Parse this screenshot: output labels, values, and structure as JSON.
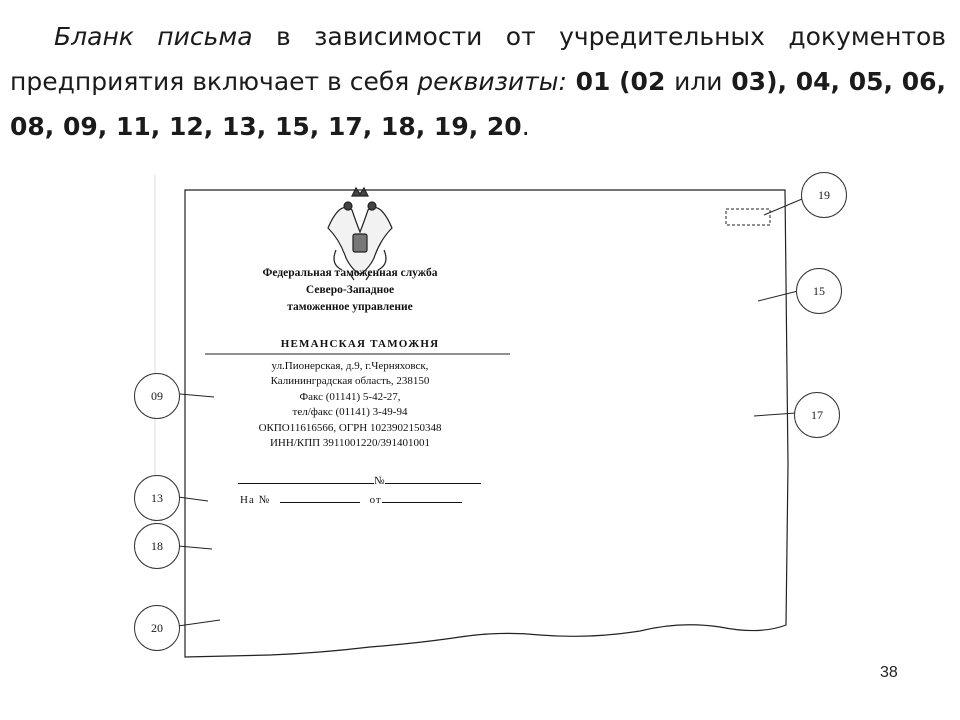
{
  "intro": {
    "lead_italic": "Бланк письма",
    "lead_text": " в зависимости от учредительных документов предприятия включает в себя ",
    "term_italic": "реквизиты:",
    "codes_part1": " 01 (02 ",
    "or_word": "или",
    "codes_part2": " 03), 04, 05, 06, 08, 09, 11, 12, 13, 15, 17, 18, 19, 20",
    "end_dot": "."
  },
  "letterhead": {
    "org_line1": "Федеральная таможенная служба",
    "org_line2": "Северо-Западное",
    "org_line3": "таможенное управление",
    "customs": "НЕМАНСКАЯ ТАМОЖНЯ",
    "addr_line1": "ул.Пионерская, д.9, г.Черняховск,",
    "addr_line2": "Калининградская область, 238150",
    "addr_line3": "Факс (01141) 5-42-27,",
    "addr_line4": "тел/факс (01141) 3-49-94",
    "addr_line5": "ОКПО11616566, ОГРН 1023902150348",
    "addr_line6": "ИНН/КПП 3911001220/391401001",
    "reg_number_sign": "№",
    "ref_prefix": "На №",
    "ref_from": "от"
  },
  "callouts": [
    "19",
    "15",
    "09",
    "17",
    "13",
    "18",
    "20"
  ],
  "page_number": "38"
}
